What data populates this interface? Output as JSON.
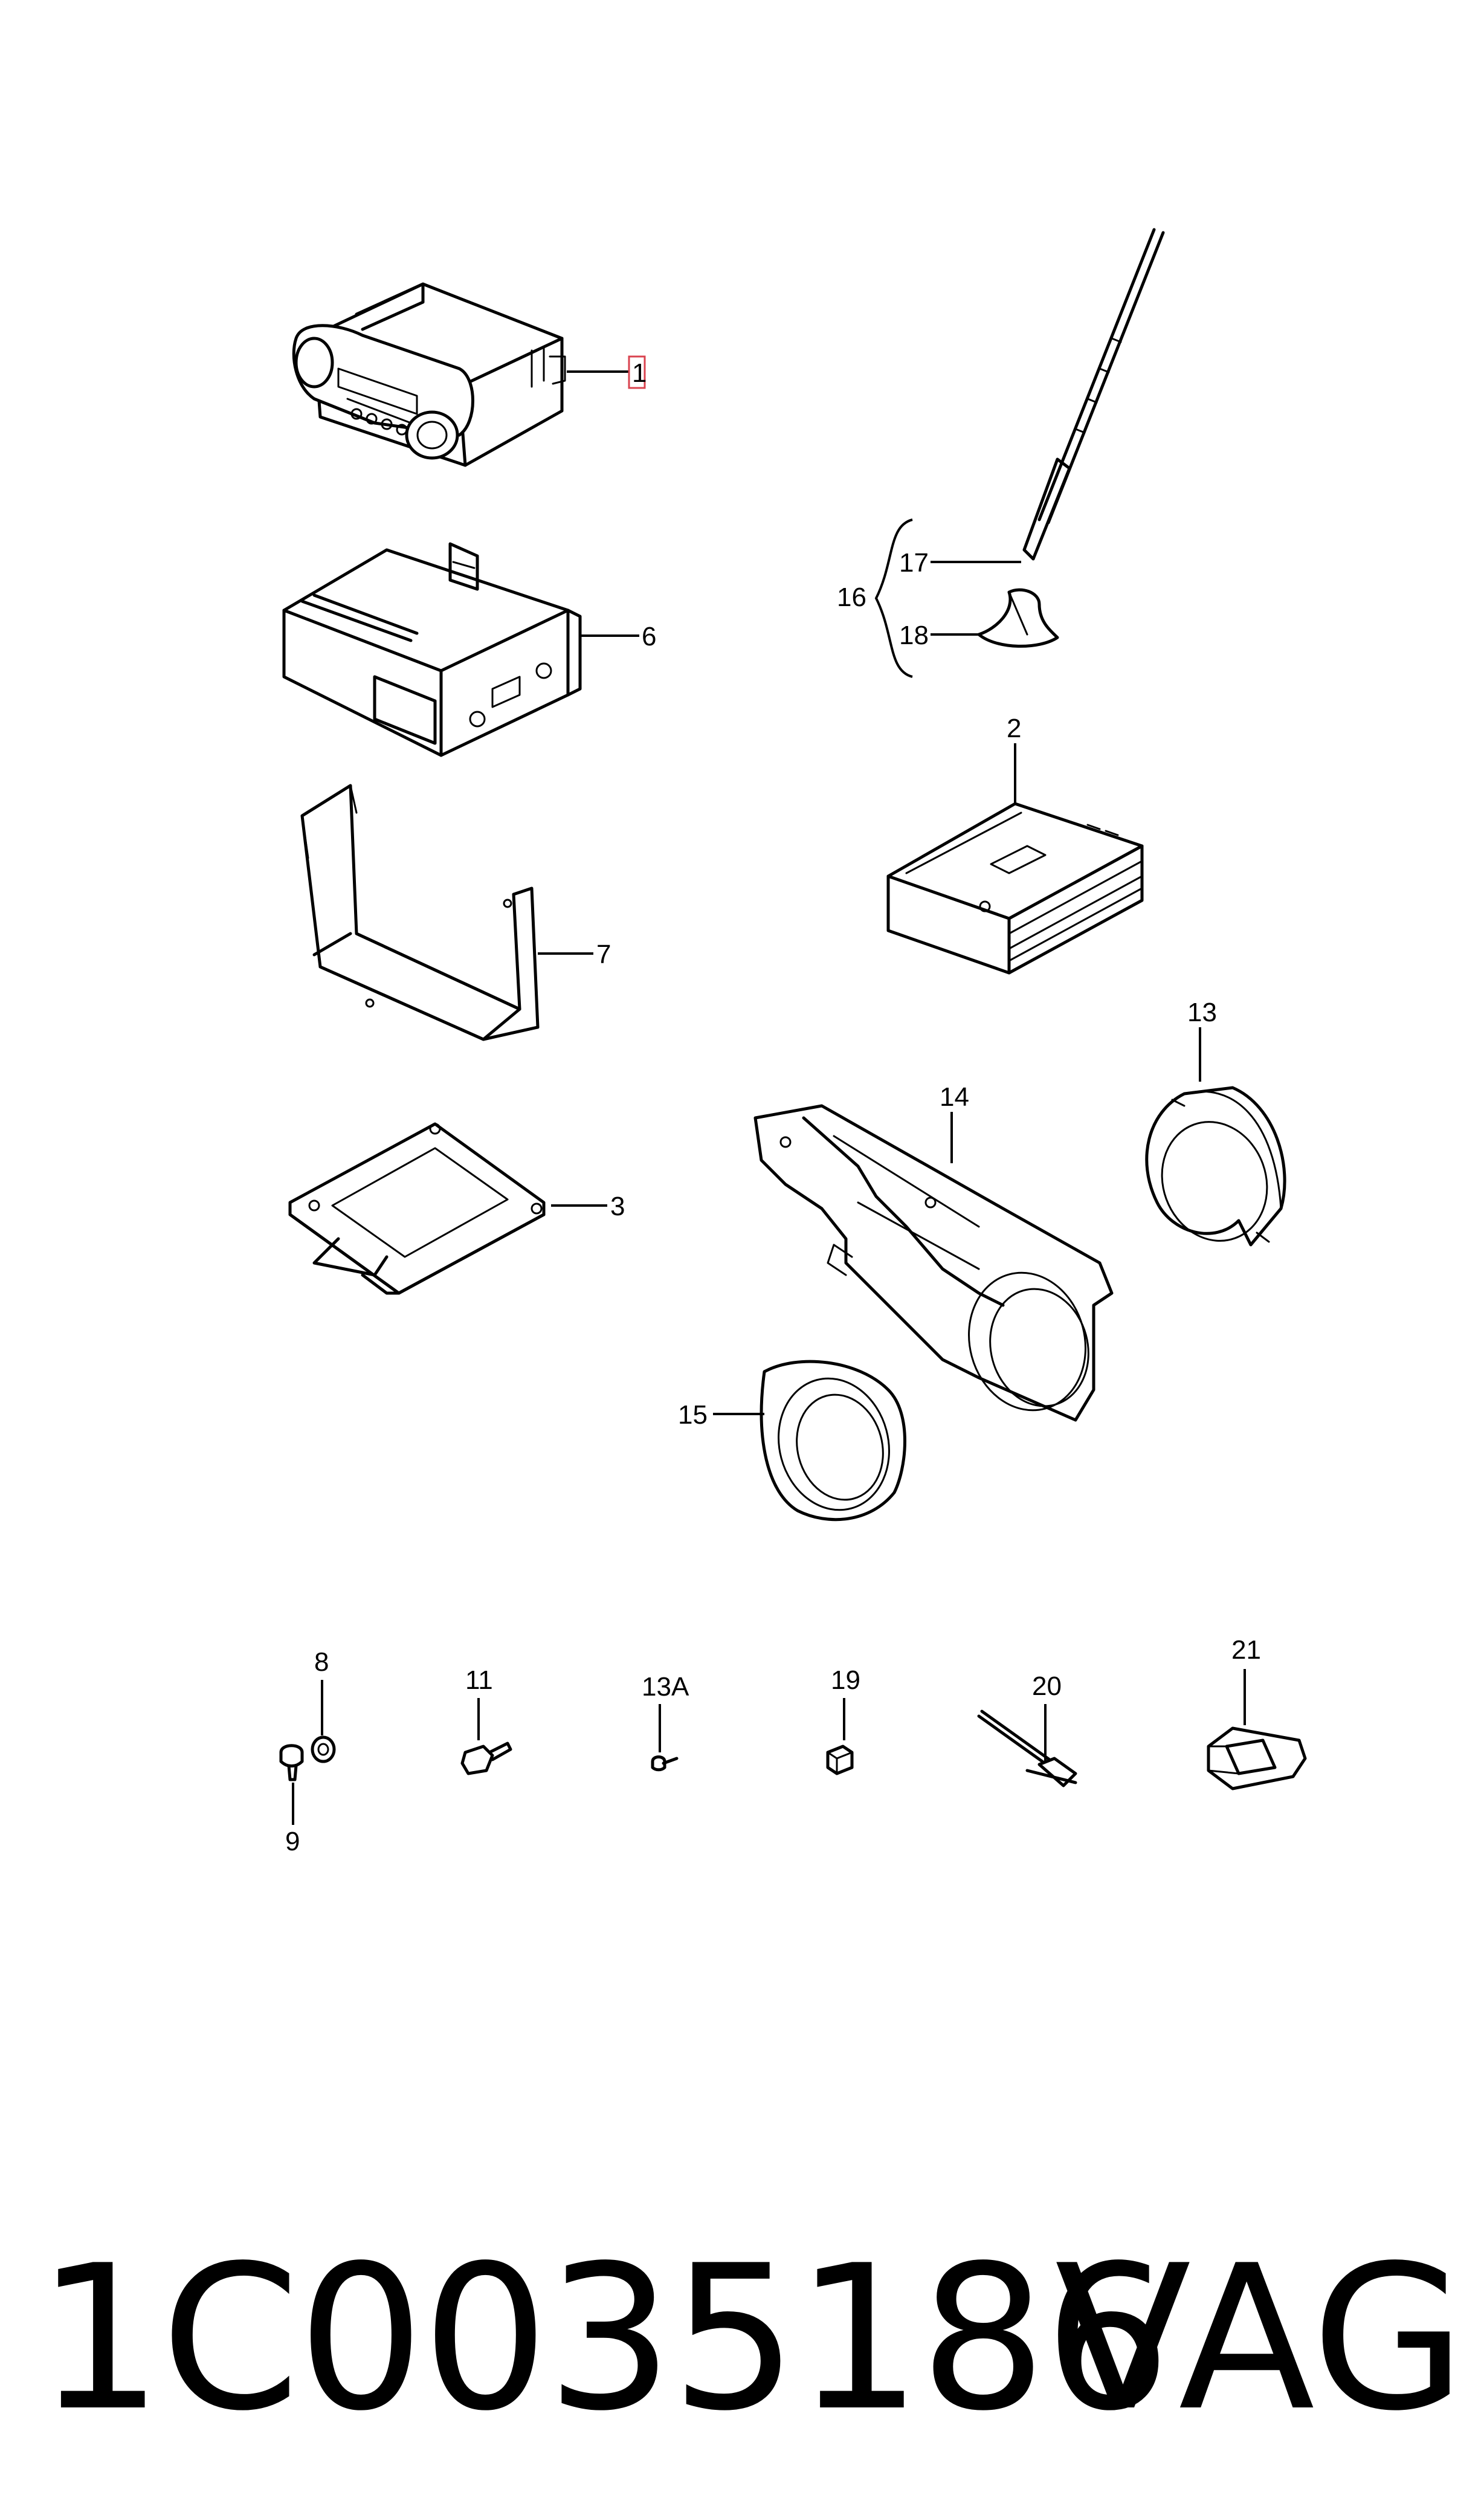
{
  "labels": {
    "l1": "1",
    "l2": "2",
    "l3": "3",
    "l6": "6",
    "l7": "7",
    "l8": "8",
    "l9": "9",
    "l11": "11",
    "l13": "13",
    "l13a": "13A",
    "l14": "14",
    "l15": "15",
    "l16": "16",
    "l17": "17",
    "l18": "18",
    "l19": "19",
    "l20": "20",
    "l21": "21"
  },
  "highlighted_label": "1",
  "highlight_color": "#d9434f",
  "footer": {
    "part_number": "1C0035186",
    "brand": "VAG"
  }
}
